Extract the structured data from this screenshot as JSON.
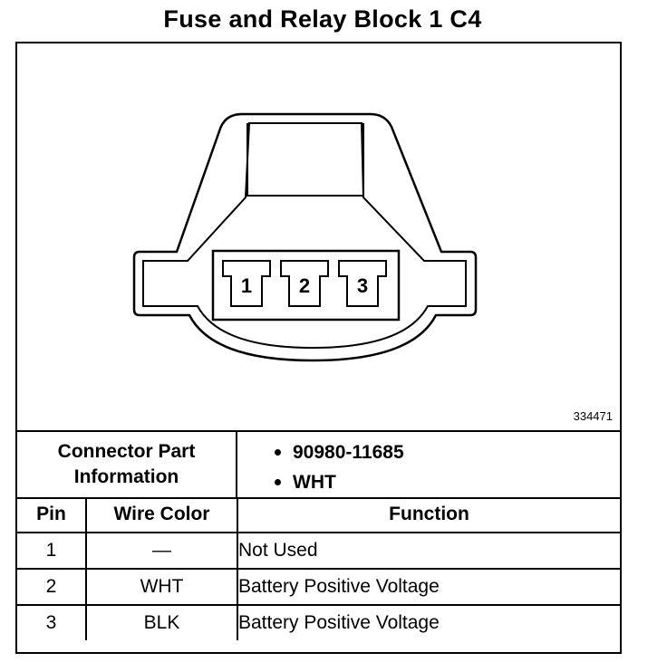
{
  "title": "Fuse and Relay Block 1 C4",
  "diagram": {
    "reference_number": "334471",
    "pins": [
      "1",
      "2",
      "3"
    ]
  },
  "connector_info": {
    "label": "Connector Part\nInformation",
    "values": [
      "90980-11685",
      "WHT"
    ]
  },
  "table": {
    "headers": [
      "Pin",
      "Wire Color",
      "Function"
    ],
    "rows": [
      {
        "pin": "1",
        "wire_color": "—",
        "function": "Not Used"
      },
      {
        "pin": "2",
        "wire_color": "WHT",
        "function": "Battery Positive Voltage"
      },
      {
        "pin": "3",
        "wire_color": "BLK",
        "function": "Battery Positive Voltage"
      }
    ]
  }
}
